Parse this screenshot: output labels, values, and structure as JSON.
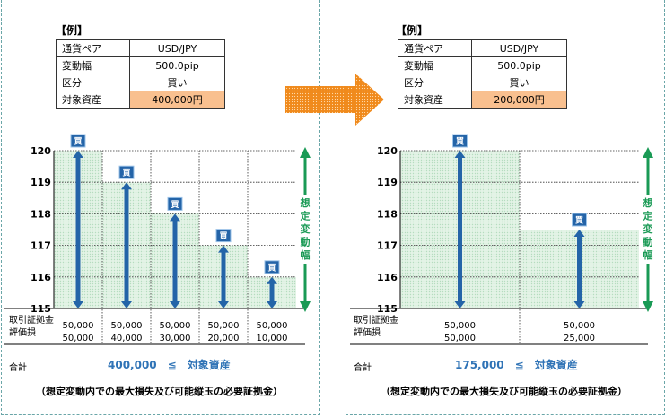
{
  "arrow_color": "#f08a1c",
  "grid_fill": "#cfe9d4",
  "bar_color": "#2464a8",
  "range_color": "#1a9a55",
  "panels": [
    {
      "example_label": "【例】",
      "spec": [
        {
          "key": "通貨ペア",
          "value": "USD/JPY"
        },
        {
          "key": "変動幅",
          "value": "500.0pip"
        },
        {
          "key": "区分",
          "value": "買い"
        },
        {
          "key": "対象資産",
          "value": "400,000円"
        }
      ],
      "y_ticks": [
        "120",
        "119",
        "118",
        "117",
        "116",
        "115"
      ],
      "buy_label": "買",
      "side_label": "想定変動幅",
      "row_labels": [
        "取引証拠金",
        "評価損"
      ],
      "columns": [
        {
          "entry": 120,
          "margin": "50,000",
          "loss": "50,000"
        },
        {
          "entry": 119,
          "margin": "50,000",
          "loss": "40,000"
        },
        {
          "entry": 118,
          "margin": "50,000",
          "loss": "30,000"
        },
        {
          "entry": 117,
          "margin": "50,000",
          "loss": "20,000"
        },
        {
          "entry": 116,
          "margin": "50,000",
          "loss": "10,000"
        }
      ],
      "total_label": "合計",
      "total_text": "400,000　≦　対象資産",
      "note": "（想定変動内での最大損失及び可能縦玉の必要証拠金）"
    },
    {
      "example_label": "【例】",
      "spec": [
        {
          "key": "通貨ペア",
          "value": "USD/JPY"
        },
        {
          "key": "変動幅",
          "value": "500.0pip"
        },
        {
          "key": "区分",
          "value": "買い"
        },
        {
          "key": "対象資産",
          "value": "200,000円"
        }
      ],
      "y_ticks": [
        "120",
        "119",
        "118",
        "117",
        "116",
        "115"
      ],
      "buy_label": "買",
      "side_label": "想定変動幅",
      "row_labels": [
        "取引証拠金",
        "評価損"
      ],
      "columns": [
        {
          "entry": 120,
          "margin": "50,000",
          "loss": "50,000"
        },
        {
          "entry": 117.5,
          "margin": "50,000",
          "loss": "25,000"
        }
      ],
      "total_label": "合計",
      "total_text": "175,000　≦　対象資産",
      "note": "（想定変動内での最大損失及び可能縦玉の必要証拠金）"
    }
  ]
}
